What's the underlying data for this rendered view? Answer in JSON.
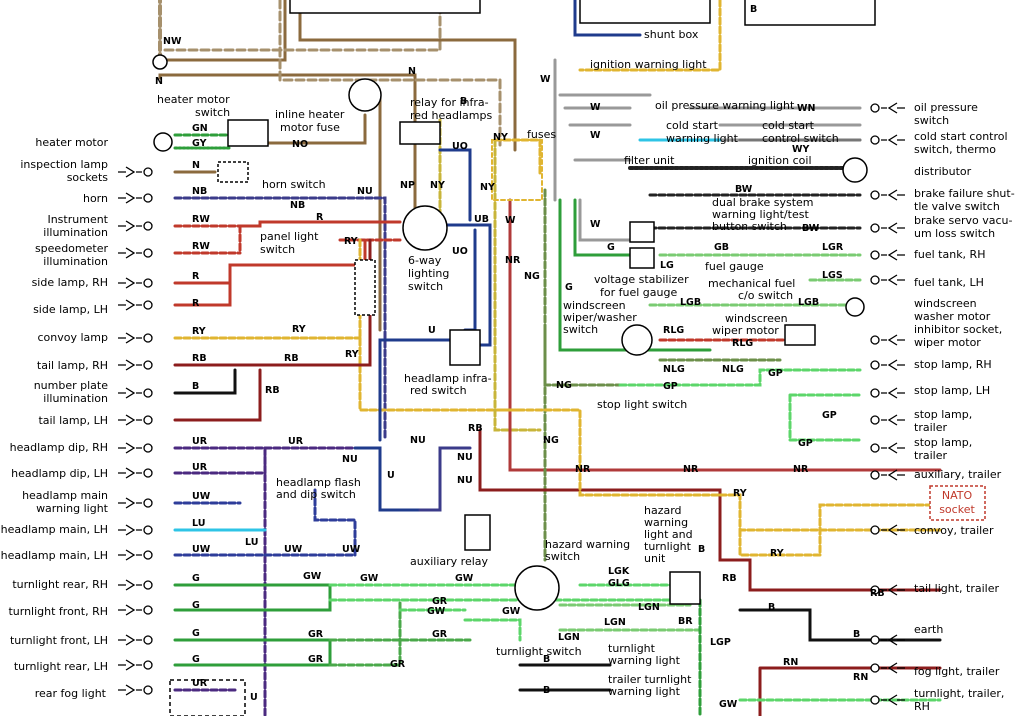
{
  "left_labels": {
    "heater_motor": "heater motor",
    "inspection_lamp_1": "inspection lamp",
    "inspection_lamp_2": "sockets",
    "horn": "horn",
    "instrument_ill_1": "Instrument",
    "instrument_ill_2": "illumination",
    "speedometer_ill_1": "speedometer",
    "speedometer_ill_2": "illumination",
    "side_lamp_rh": "side lamp, RH",
    "side_lamp_lh": "side lamp, LH",
    "convoy_lamp": "convoy lamp",
    "tail_lamp_rh": "tail lamp, RH",
    "number_plate_1": "number plate",
    "number_plate_2": "illumination",
    "tail_lamp_lh": "tail lamp, LH",
    "headlamp_dip_rh": "headlamp dip, RH",
    "headlamp_dip_lh": "headlamp dip, LH",
    "headlamp_main_warn_1": "headlamp main",
    "headlamp_main_warn_2": "warning light",
    "headlamp_main_rh": "headlamp main, LH",
    "headlamp_main_lh": "headlamp main, LH",
    "turnlight_rear_rh": "turnlight rear, RH",
    "turnlight_front_rh": "turnlight front, RH",
    "turnlight_front_lh": "turnlight front, LH",
    "turnlight_rear_lh": "turnlight rear, LH",
    "rear_fog_light": "rear fog light"
  },
  "right_labels": {
    "oil_pressure_1": "oil pressure",
    "oil_pressure_2": "switch",
    "cold_start_1": "cold start control",
    "cold_start_2": "switch, thermo",
    "distributor": "distributor",
    "brake_failure_1": "brake failure shut-",
    "brake_failure_2": "tle valve switch",
    "brake_servo_1": "brake servo vacu-",
    "brake_servo_2": "um loss switch",
    "fuel_tank_rh": "fuel tank, RH",
    "fuel_tank_lh": "fuel tank, LH",
    "windscreen_washer_1": "windscreen",
    "windscreen_washer_2": "washer motor",
    "inhibitor_1": "inhibitor socket,",
    "inhibitor_2": "wiper motor",
    "stop_lamp_rh": "stop lamp, RH",
    "stop_lamp_lh": "stop lamp, LH",
    "stop_trailer_1a": "stop lamp,",
    "stop_trailer_1b": "trailer",
    "stop_trailer_2a": "stop lamp,",
    "stop_trailer_2b": "trailer",
    "aux_trailer": "auxiliary, trailer",
    "nato_1": "NATO",
    "nato_2": "socket",
    "convoy_trailer": "convoy, trailer",
    "tail_trailer": "tail light, trailer",
    "earth": "earth",
    "fog_trailer": "fog light, trailer",
    "turn_trailer_1": "turnlight, trailer,",
    "turn_trailer_2": "RH"
  },
  "component_labels": {
    "heater_motor_switch_1": "heater motor",
    "heater_motor_switch_2": "switch",
    "inline_fuse_1": "inline heater",
    "inline_fuse_2": "motor fuse",
    "relay_infra_1": "relay for infra-",
    "relay_infra_2": "red headlamps",
    "horn_switch": "horn switch",
    "panel_light_1": "panel light",
    "panel_light_2": "switch",
    "six_way_1": "6-way",
    "six_way_2": "lighting",
    "six_way_3": "switch",
    "fuses": "fuses",
    "shunt_box": "shunt box",
    "ignition_warning": "ignition warning light",
    "oil_warning": "oil pressure warning light",
    "cold_start_warn_1": "cold start",
    "cold_start_warn_2": "warning light",
    "cold_start_sw_1": "cold start",
    "cold_start_sw_2": "control switch",
    "filter_unit": "filter unit",
    "ignition_coil": "ignition coil",
    "dual_brake_1": "dual brake system",
    "dual_brake_2": "warning light/test",
    "dual_brake_3": "button switch",
    "fuel_gauge": "fuel gauge",
    "voltage_stab_1": "voltage stabilizer",
    "voltage_stab_2": "for fuel gauge",
    "mech_fuel_1": "mechanical fuel",
    "mech_fuel_2": "c/o switch",
    "wiper_washer_1": "windscreen",
    "wiper_washer_2": "wiper/washer",
    "wiper_washer_3": "switch",
    "wiper_motor_1": "windscreen",
    "wiper_motor_2": "wiper motor",
    "stop_light_switch": "stop light switch",
    "headlamp_ir_1": "headlamp infra-",
    "headlamp_ir_2": "red switch",
    "flash_dip_1": "headlamp flash",
    "flash_dip_2": "and dip switch",
    "aux_relay": "auxiliary relay",
    "hazard_switch_1": "hazard warning",
    "hazard_switch_2": "switch",
    "hazard_unit_1": "hazard",
    "hazard_unit_2": "warning",
    "hazard_unit_3": "light and",
    "hazard_unit_4": "turnlight",
    "hazard_unit_5": "unit",
    "turnlight_switch": "turnlight switch",
    "turnlight_warn_1": "turnlight",
    "turnlight_warn_2": "warning light",
    "trailer_turn_1": "trailer turnlight",
    "trailer_turn_2": "warning light"
  },
  "wire_codes": {
    "nw": "NW",
    "n_top": "N",
    "n_heater": "N",
    "gn": "GN",
    "gy": "GY",
    "no": "NO",
    "n_insp": "N",
    "nb_horn": "NB",
    "nb_horn2": "NB",
    "nu_horn": "NU",
    "rw1": "RW",
    "rw2": "RW",
    "r_panel": "R",
    "ry_panel": "RY",
    "r_side1": "R",
    "r_side2": "R",
    "ry_convoy": "RY",
    "ry_convoy2": "RY",
    "rb_tail": "RB",
    "rb_tail2": "RB",
    "b_num": "B",
    "rb_lh": "RB",
    "ry_lh": "RY",
    "ur_dip1": "UR",
    "ur_dip2": "UR",
    "ur_dip3": "UR",
    "uw_warn": "UW",
    "lu_main": "LU",
    "lu_main2": "LU",
    "uw_main": "UW",
    "uw_main2": "UW",
    "uw_main3": "UW",
    "u_flash": "U",
    "nu_flash": "NU",
    "nu_flash2": "NU",
    "nu_ir": "NU",
    "g_tr1": "G",
    "g_tr2": "G",
    "g_tr3": "G",
    "g_tr4": "G",
    "gw1": "GW",
    "gw2": "GW",
    "gw3": "GW",
    "gw4": "GW",
    "gw5": "GW",
    "gr1": "GR",
    "gr2": "GR",
    "gr3": "GR",
    "gr4": "GR",
    "gr5": "GR",
    "ur_fog": "UR",
    "b_relay": "B",
    "uo_relay": "UO",
    "ny_relay": "NY",
    "np": "NP",
    "ny_6way": "NY",
    "ub": "UB",
    "uo_6way": "UO",
    "nr_6way": "NR",
    "ng": "NG",
    "ng2": "NG",
    "ng3": "NG",
    "nr1": "NR",
    "nr2": "NR",
    "nr3": "NR",
    "rb_fuse": "RB",
    "u_6way": "U",
    "nu_mid": "NU",
    "w1": "W",
    "w2": "W",
    "w3": "W",
    "w4": "W",
    "w5": "W",
    "g_fuse": "G",
    "g2": "G",
    "lg": "LG",
    "lgb": "LGB",
    "lgb2": "LGB",
    "lgr": "LGR",
    "lgs": "LGS",
    "gb": "GB",
    "wn": "WN",
    "wy": "WY",
    "bw1": "BW",
    "bw2": "BW",
    "rlg": "RLG",
    "rlg2": "RLG",
    "nlg": "NLG",
    "nlg2": "NLG",
    "gp1": "GP",
    "gp2": "GP",
    "gp3": "GP",
    "gp4": "GP",
    "ry_t1": "RY",
    "ry_t2": "RY",
    "lgk": "LGK",
    "glg": "GLG",
    "lgn1": "LGN",
    "lgn2": "LGN",
    "lgn3": "LGN",
    "br": "BR",
    "lgp": "LGP",
    "b_hz": "B",
    "rb_hz": "RB",
    "rb_t": "RB",
    "b_earth": "B",
    "b_earth2": "B",
    "rn": "RN",
    "rn2": "RN",
    "b_bot": "B",
    "b_bot2": "B",
    "gw_bot": "GW",
    "b_top": "B",
    "u_top": "U"
  },
  "wire_colors": {
    "N": "#8b6a3e",
    "NW": "#a6906c",
    "G": "#2e9e3a",
    "GW": "#5cd66a",
    "R": "#c0392b",
    "RY": "#e0b531",
    "RB": "#8c1d1d",
    "U": "#1f3b8c",
    "UR": "#4b2a80",
    "UW": "#2e3d9a",
    "LU": "#2ec4e6",
    "B": "#111111",
    "NU": "#3b3b8a",
    "NY": "#c8b53a",
    "NR": "#b03a3a",
    "NG": "#6c8f4a",
    "W": "#999999",
    "BW": "#333333",
    "GR": "#4aa84a",
    "LG": "#7acb72"
  }
}
